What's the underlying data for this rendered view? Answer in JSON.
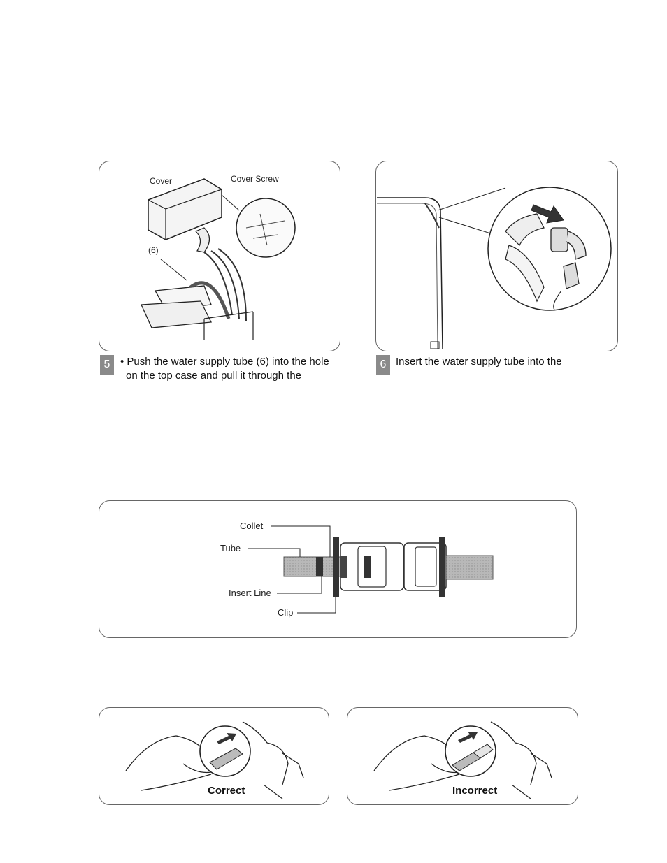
{
  "step5": {
    "number": "5",
    "line1": "• Push the water supply tube (6) into the hole",
    "line2": "on the top case and pull it through the",
    "labels": {
      "cover": "Cover",
      "cover_screw": "Cover Screw",
      "tube_ref": "(6)"
    }
  },
  "step6": {
    "number": "6",
    "line1": "Insert the water supply tube into the"
  },
  "diagram": {
    "labels": {
      "collet": "Collet",
      "tube": "Tube",
      "insert_line": "Insert Line",
      "clip": "Clip"
    }
  },
  "examples": {
    "correct": "Correct",
    "incorrect": "Incorrect"
  }
}
